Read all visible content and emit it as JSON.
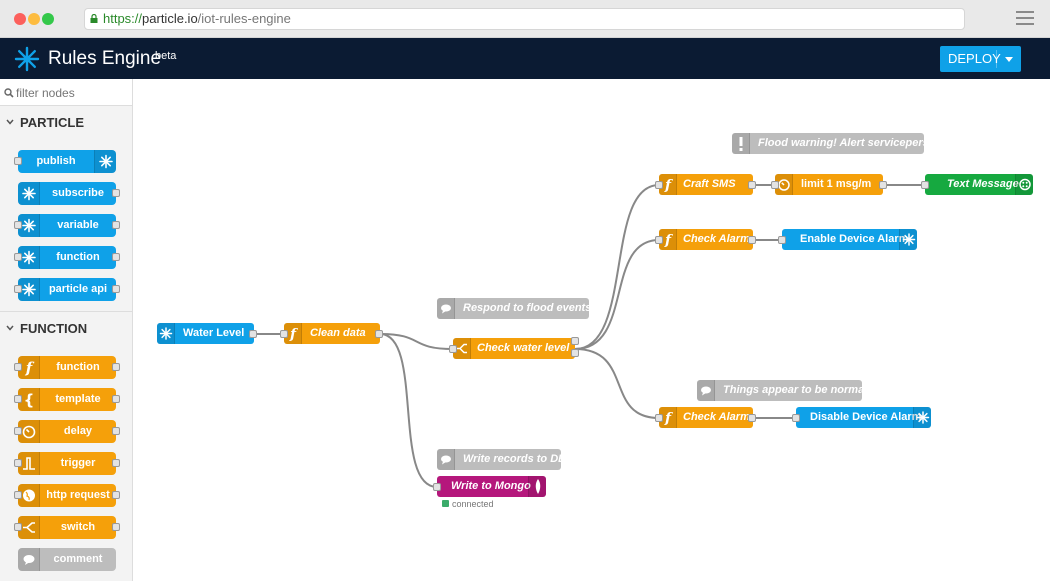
{
  "browser": {
    "url_scheme": "https://",
    "url_host": "particle.io",
    "url_path": "/iot-rules-engine"
  },
  "header": {
    "title": "Rules Engine",
    "badge": "beta",
    "deploy_label": "DEPLOY"
  },
  "sidebar": {
    "filter_placeholder": "filter nodes",
    "categories": [
      {
        "label": "PARTICLE"
      },
      {
        "label": "FUNCTION"
      }
    ],
    "particle_nodes": [
      {
        "label": "publish",
        "icon": "particle-icon"
      },
      {
        "label": "subscribe",
        "icon": "particle-icon"
      },
      {
        "label": "variable",
        "icon": "particle-icon"
      },
      {
        "label": "function",
        "icon": "particle-icon"
      },
      {
        "label": "particle api",
        "icon": "particle-icon"
      }
    ],
    "function_nodes": [
      {
        "label": "function",
        "icon": "function-icon"
      },
      {
        "label": "template",
        "icon": "brace-icon"
      },
      {
        "label": "delay",
        "icon": "timer-icon"
      },
      {
        "label": "trigger",
        "icon": "trigger-icon"
      },
      {
        "label": "http request",
        "icon": "globe-icon"
      },
      {
        "label": "switch",
        "icon": "switch-icon"
      },
      {
        "label": "comment",
        "icon": "comment-icon"
      }
    ]
  },
  "flow": {
    "comments": {
      "flood_warning": "Flood warning! Alert serviceperson",
      "respond_flood": "Respond to flood events",
      "normal": "Things appear to be normal",
      "write_db": "Write records to DB"
    },
    "nodes": {
      "water_level": "Water Level",
      "clean_data": "Clean data",
      "check_water": "Check water level",
      "craft_sms": "Craft SMS",
      "limit": "limit 1 msg/m",
      "text_message": "Text Message",
      "check_alarm_1": "Check Alarm",
      "enable_alarm": "Enable Device Alarm",
      "check_alarm_2": "Check Alarm",
      "disable_alarm": "Disable Device Alarm",
      "write_mongo": "Write to Mongo"
    },
    "mongo_status": "connected"
  },
  "colors": {
    "particle_blue": "#0fa1e8",
    "function_orange": "#f5a00a",
    "header_navy": "#0b1b33",
    "twilio_green": "#16a940",
    "mongo_purple": "#b5177c",
    "comment_grey": "#bdbdbd"
  }
}
